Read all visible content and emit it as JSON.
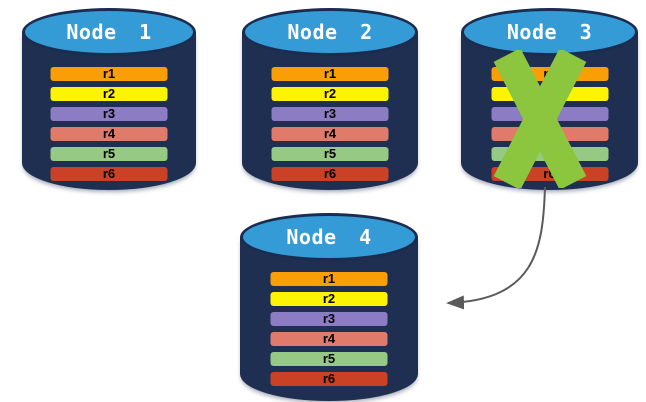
{
  "diagram": {
    "background": "#FFFFFF"
  },
  "nodes": [
    {
      "label": "Node 1",
      "records": [
        "r1",
        "r2",
        "r3",
        "r4",
        "r5",
        "r6"
      ],
      "failed": false
    },
    {
      "label": "Node 2",
      "records": [
        "r1",
        "r2",
        "r3",
        "r4",
        "r5",
        "r6"
      ],
      "failed": false
    },
    {
      "label": "Node 3",
      "records": [
        "r1",
        "r2",
        "r3",
        "r4",
        "r5",
        "r6"
      ],
      "failed": true
    },
    {
      "label": "Node 4",
      "records": [
        "r1",
        "r2",
        "r3",
        "r4",
        "r5",
        "r6"
      ],
      "failed": false
    }
  ],
  "record_colors": {
    "r1": "#FA9E08",
    "r2": "#FCF403",
    "r3": "#8C7CC4",
    "r4": "#E07B6C",
    "r5": "#96C983",
    "r6": "#CB4125"
  },
  "colors": {
    "background": "#FFFFFF",
    "cylinder_body": "#1E2F52",
    "cylinder_border": "#1A2C50",
    "cylinder_top": "#359BD6",
    "node_label": "#FFFFFF",
    "record_text": "#000000",
    "failure_x": "#8CC63E",
    "arrow": "#5A5A5A"
  },
  "icons": {
    "failure_x": "x-cross-mark",
    "failover_arrow": "curved-arrow-left"
  }
}
